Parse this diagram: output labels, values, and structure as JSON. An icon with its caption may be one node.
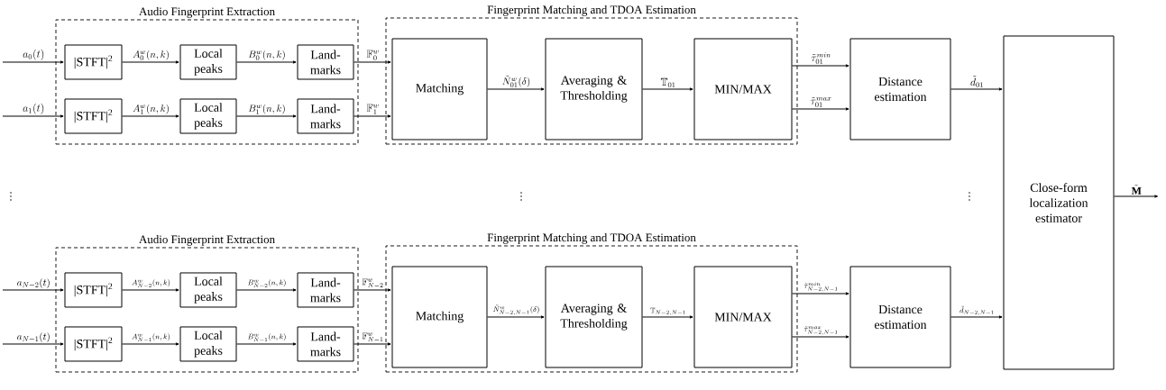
{
  "diagram": {
    "nodes": [
      {
        "text": [
          "Audio Fingerprint Extraction"
        ]
      },
      {
        "text": [
          "|STFT|$^{2}$"
        ],
        "in": 0
      },
      {
        "text": [
          "Local peaks"
        ],
        "in": 0
      },
      {
        "text": [
          "Land- marks"
        ],
        "in": 0
      },
      {
        "text": [
          "|STFT|$^{2}$"
        ],
        "in": 0
      },
      {
        "text": [
          "Local peaks"
        ],
        "in": 0
      },
      {
        "text": [
          "Land- marks"
        ],
        "in": 0
      },
      {
        "text": [
          "Fingerprint Matching and TDOA Estimation"
        ]
      },
      {
        "text": [
          "Matching"
        ],
        "in": 7
      },
      {
        "text": [
          "Averaging & Thresholding"
        ],
        "in": 7
      },
      {
        "text": [
          "MIN/MAX"
        ],
        "in": 7
      },
      {
        "text": [
          "Distance estimation"
        ]
      },
      {
        "text": [
          "Close-form localization estimator"
        ]
      },
      {
        "text": [
          "Audio Fingerprint Extraction"
        ]
      },
      {
        "text": [
          "|STFT|$^{2}$"
        ],
        "in": 13
      },
      {
        "text": [
          "Local peaks"
        ],
        "in": 13
      },
      {
        "text": [
          "Land- marks"
        ],
        "in": 13
      },
      {
        "text": [
          "|STFT|$^{2}$"
        ],
        "in": 13
      },
      {
        "text": [
          "Local peaks"
        ],
        "in": 13
      },
      {
        "text": [
          "Land- marks"
        ],
        "in": 13
      },
      {
        "text": [
          "Fingerprint Matching and TDOA Estimation"
        ]
      },
      {
        "text": [
          "Matching"
        ],
        "in": 20
      },
      {
        "text": [
          "Averaging & Thresholding"
        ],
        "in": 20
      },
      {
        "text": [
          "MIN/MAX"
        ],
        "in": 20
      },
      {
        "text": [
          "Distance estimation"
        ]
      }
    ],
    "edges": [
      {
        "from": null,
        "to": 1,
        "arrow": "to",
        "label": "a_0(t)"
      },
      {
        "from": 1,
        "to": 2,
        "arrow": "to",
        "label": "A_0^w(n,k)"
      },
      {
        "from": 2,
        "to": 3,
        "arrow": "to",
        "label": "B_0^w(n,k)"
      },
      {
        "from": 3,
        "to": 8,
        "arrow": "to",
        "label": "\\mathbb{F}_0^w"
      },
      {
        "from": null,
        "to": 4,
        "arrow": "to",
        "label": "a_1(t)"
      },
      {
        "from": 4,
        "to": 5,
        "arrow": "to",
        "label": "A_1^w(n,k)"
      },
      {
        "from": 5,
        "to": 6,
        "arrow": "to",
        "label": "B_1^w(n,k)"
      },
      {
        "from": 6,
        "to": 8,
        "arrow": "to",
        "label": "\\mathbb{F}_1^w"
      },
      {
        "from": 8,
        "to": 9,
        "arrow": "to",
        "label": "\\tilde{N}_{01}^w(\\delta)"
      },
      {
        "from": 9,
        "to": 10,
        "arrow": "to",
        "label": "\\mathbb{T}_{01}"
      },
      {
        "from": 10,
        "to": 11,
        "arrow": "to",
        "label": "\\tilde{\\tau}_{01}^{min}"
      },
      {
        "from": 10,
        "to": 11,
        "arrow": "to",
        "label": "\\tilde{\\tau}_{01}^{max}"
      },
      {
        "from": 11,
        "to": 12,
        "arrow": "to",
        "label": "\\tilde{d}_{01}"
      },
      {
        "from": null,
        "to": 14,
        "arrow": "to",
        "label": "a_{N-2}(t)"
      },
      {
        "from": 14,
        "to": 15,
        "arrow": "to",
        "label": "A_{N-2}^w(n,k)"
      },
      {
        "from": 15,
        "to": 16,
        "arrow": "to",
        "label": "B_{N-2}^w(n,k)"
      },
      {
        "from": 16,
        "to": 21,
        "arrow": "to",
        "label": "\\mathbb{F}_{N-2}^w"
      },
      {
        "from": null,
        "to": 17,
        "arrow": "to",
        "label": "a_{N-1}(t)"
      },
      {
        "from": 17,
        "to": 18,
        "arrow": "to",
        "label": "A_{N-1}^w(n,k)"
      },
      {
        "from": 18,
        "to": 19,
        "arrow": "to",
        "label": "B_{N-1}^w(n,k)"
      },
      {
        "from": 19,
        "to": 21,
        "arrow": "to",
        "label": "\\mathbb{F}_{N-1}^w"
      },
      {
        "from": 21,
        "to": 22,
        "arrow": "to",
        "label": "\\tilde{N}_{N-2,N-1}^w(\\delta)"
      },
      {
        "from": 22,
        "to": 23,
        "arrow": "to",
        "label": "\\mathbb{T}_{N-2,N-1}"
      },
      {
        "from": 23,
        "to": 24,
        "arrow": "to",
        "label": "\\tilde{\\tau}_{N-2,N-1}^{min}"
      },
      {
        "from": 23,
        "to": 24,
        "arrow": "to",
        "label": "\\tilde{\\tau}_{N-2,N-1}^{max}"
      },
      {
        "from": 24,
        "to": 12,
        "arrow": "to",
        "label": "\\tilde{d}_{N-2,N-1}"
      },
      {
        "from": 12,
        "to": null,
        "arrow": "to",
        "label": "\\tilde{\\mathbf{M}}"
      }
    ],
    "labels": [
      "\\vdots",
      "\\vdots",
      "\\vdots"
    ]
  }
}
